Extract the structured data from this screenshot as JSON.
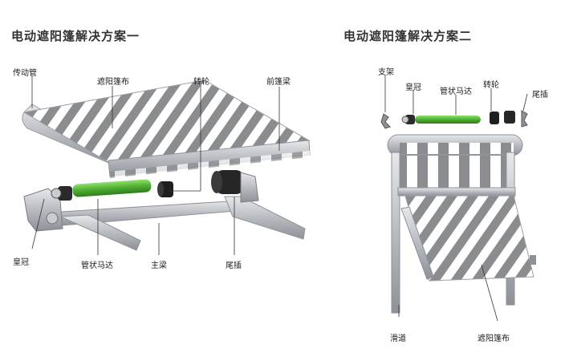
{
  "titles": {
    "scheme1": "电动遮阳篷解决方案一",
    "scheme2": "电动遮阳篷解决方案二"
  },
  "scheme1": {
    "labels": {
      "drive_tube": "传动管",
      "awning_fabric": "遮阳篷布",
      "wheel": "转轮",
      "front_beam": "前篷梁",
      "crown": "皇冠",
      "tubular_motor": "管状马达",
      "main_beam": "主梁",
      "tail_plug": "尾插"
    }
  },
  "scheme2": {
    "labels": {
      "bracket": "支架",
      "crown": "皇冠",
      "tubular_motor": "管状马达",
      "wheel": "转轮",
      "tail_plug": "尾插",
      "slide_rail": "滑道",
      "awning_fabric": "遮阳篷布"
    }
  },
  "colors": {
    "stripe_gray": "#8a8c8f",
    "stripe_white": "#ffffff",
    "frame": "#c9ccd0",
    "motor_green": "#5fbf3f",
    "metal_dark": "#2a2a2a"
  }
}
